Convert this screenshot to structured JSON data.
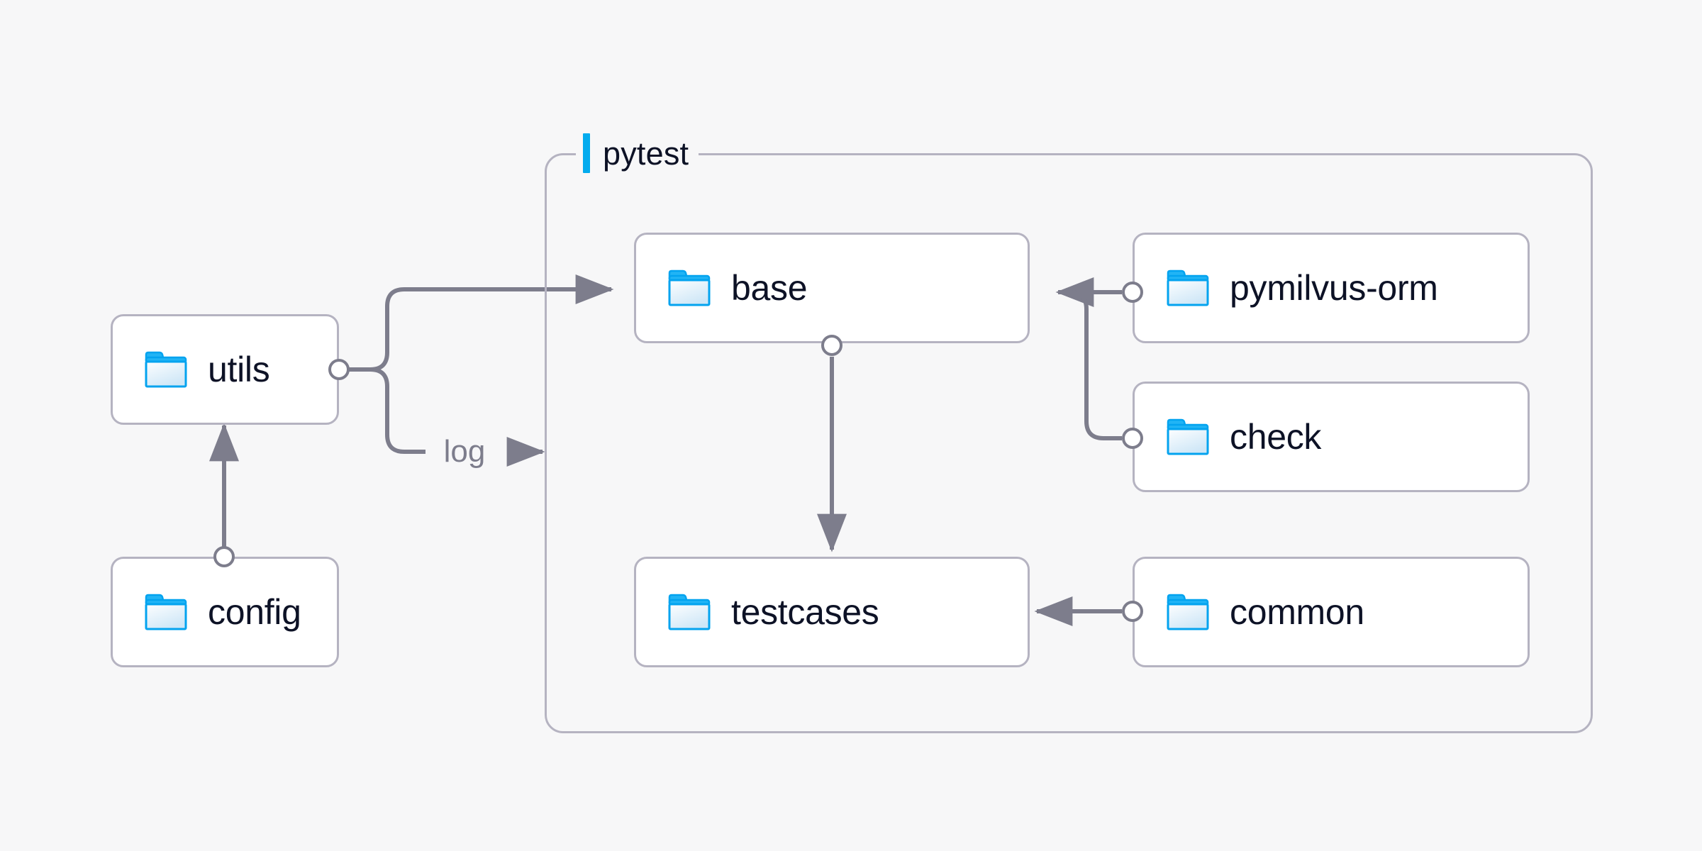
{
  "diagram": {
    "type": "directory-dependency-diagram",
    "background_color": "#f7f7f8",
    "node_border_color": "#b5b3c1",
    "node_fill_color": "#ffffff",
    "edge_color": "#7d7d8c",
    "accent_color": "#03abee",
    "text_color": "#0d1226",
    "groups": [
      {
        "id": "pytest",
        "label": "pytest",
        "accent_color": "#03abee",
        "members": [
          "base",
          "testcases",
          "pymilvus-orm",
          "check",
          "common"
        ]
      }
    ],
    "nodes": [
      {
        "id": "utils",
        "label": "utils",
        "icon": "folder-icon"
      },
      {
        "id": "config",
        "label": "config",
        "icon": "folder-icon"
      },
      {
        "id": "base",
        "label": "base",
        "icon": "folder-icon"
      },
      {
        "id": "testcases",
        "label": "testcases",
        "icon": "folder-icon"
      },
      {
        "id": "pymilvus-orm",
        "label": "pymilvus-orm",
        "icon": "folder-icon"
      },
      {
        "id": "check",
        "label": "check",
        "icon": "folder-icon"
      },
      {
        "id": "common",
        "label": "common",
        "icon": "folder-icon"
      }
    ],
    "edges": [
      {
        "from": "config",
        "to": "utils",
        "label": ""
      },
      {
        "from": "utils",
        "to": "base",
        "label": ""
      },
      {
        "from": "utils",
        "to": "pytest",
        "label": "log"
      },
      {
        "from": "base",
        "to": "testcases",
        "label": ""
      },
      {
        "from": "pymilvus-orm",
        "to": "base",
        "label": ""
      },
      {
        "from": "check",
        "to": "base",
        "label": ""
      },
      {
        "from": "common",
        "to": "testcases",
        "label": ""
      }
    ],
    "edge_labels": {
      "log": "log"
    }
  }
}
